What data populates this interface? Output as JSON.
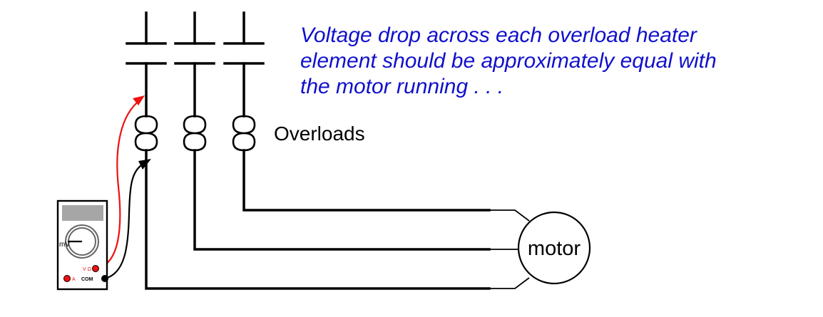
{
  "annotation": {
    "line1": "Voltage drop across each overload heater",
    "line2": "element should be approximately equal with",
    "line3": "the motor running . . ."
  },
  "labels": {
    "overloads": "Overloads",
    "motor": "motor"
  },
  "meter": {
    "range_label": "mV",
    "vohm_label": "V Ω",
    "amp_label": "A",
    "com_label": "COM"
  },
  "colors": {
    "annotation_text": "#1010cc",
    "probe_red": "#ee1111",
    "probe_black": "#000000",
    "meter_display": "#a6a6a6"
  }
}
